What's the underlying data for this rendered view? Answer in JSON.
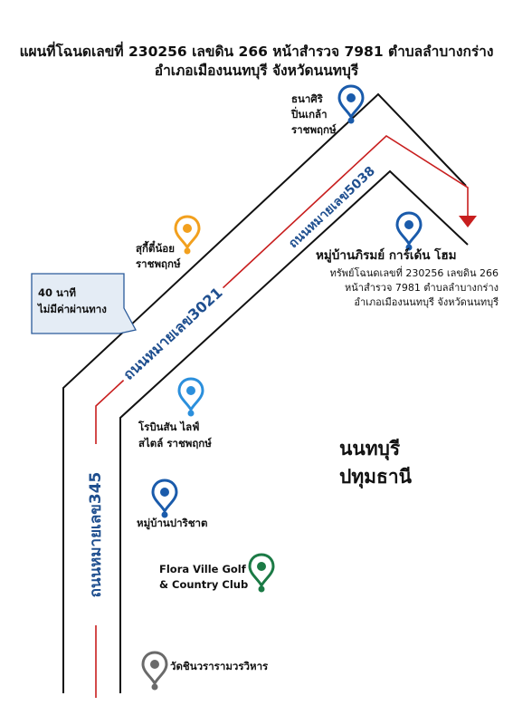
{
  "title": {
    "line1": "แผนที่โฉนดเลขที่ 230256 เลขดิน 266 หน้าสำรวจ 7981 ตำบลลำบางกร่าง",
    "line2": "อำเภอเมืองนนทบุรี จังหวัดนนทบุรี"
  },
  "roads": {
    "road_345": "ถนนหมายเลข345",
    "road_3021": "ถนนหมายเลข3021",
    "road_5038": "ถนนหมายเลข5038"
  },
  "info_box": {
    "line1": "40 นาที",
    "line2": "ไม่มีค่าผ่านทาง"
  },
  "landmarks": {
    "thanasiri": [
      "ธนาศิริ",
      "ปิ่นเกล้า",
      "ราชพฤกษ์"
    ],
    "sukhi": [
      "สุกี้ตี๋น้อย",
      "ราชพฤกษ์"
    ],
    "robinson": [
      "โรบินสัน ไลฟ์",
      "สไตล์ ราชพฤกษ์"
    ],
    "parichat": "หมู่บ้านปาริชาต",
    "flora": [
      "Flora Ville Golf",
      "& Country Club"
    ],
    "temple": "วัดชินวรารามวรวิหาร"
  },
  "destination": {
    "name": "หมู่บ้านภิรมย์ การ์เด้น โฮม",
    "detail": [
      "ทรัพย์โฉนดเลขที่ 230256 เลขดิน 266",
      "หน้าสำรวจ 7981 ตำบลลำบางกร่าง",
      "อำเภอเมืองนนทบุรี จังหวัดนนทบุรี"
    ]
  },
  "region": {
    "line1": "นนทบุรี",
    "line2": "ปทุมธานี"
  },
  "colors": {
    "road": "#111111",
    "route": "#c81e1e",
    "road_label": "#1f4f8f",
    "pin_blue": "#1a5bab",
    "pin_orange": "#f2a01e",
    "pin_light_blue": "#2b8fdc",
    "pin_green": "#1b7a45",
    "pin_gray": "#6a6a6a",
    "box_fill": "#e4ecf5",
    "box_stroke": "#2a5a9a"
  }
}
